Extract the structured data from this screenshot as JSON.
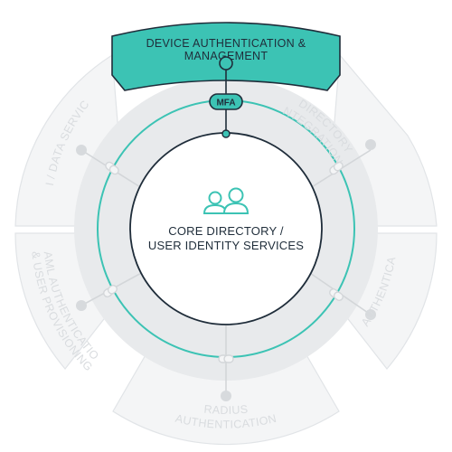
{
  "diagram": {
    "active_segment": {
      "line1": "DEVICE AUTHENTICATION &",
      "line2": "MANAGEMENT"
    },
    "mfa_label": "MFA",
    "core": {
      "line1": "CORE DIRECTORY /",
      "line2": "USER IDENTITY SERVICES",
      "icon": "users-icon"
    },
    "segments": {
      "directory_line1": "DIRECTORY",
      "directory_line2": "INTEGRATIONS",
      "ldap": "LDAP AUTHENTICATION",
      "radius_line1": "RADIUS",
      "radius_line2": "AUTHENTICATION",
      "saml_line1": "SAML AUTHENTICATION",
      "saml_line2": "& USER PROVISIONING",
      "api": "API / DATA SERVICES"
    },
    "colors": {
      "accent": "#3cc3b4",
      "accent_dark": "#1f2d3a",
      "inactive_fill": "#f4f5f6",
      "inactive_stroke": "#e1e4e7",
      "ring_fill": "#e8eaec",
      "node_fill": "#d7dadd"
    }
  }
}
